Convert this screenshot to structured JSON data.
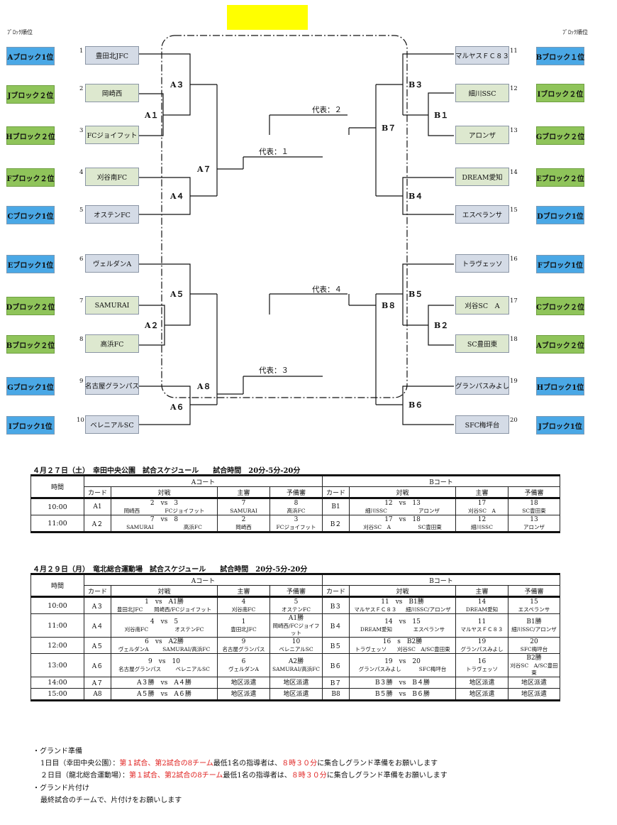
{
  "corner_left": "ﾌﾞﾛｯｸ順位",
  "corner_right": "ﾌﾞﾛｯｸ順位",
  "left_blocks": [
    "Aブロック1位",
    "Jブロック２位",
    "Hブロック２位",
    "Fブロック２位",
    "Cブロック1位",
    "Eブロック1位",
    "Dブロック２位",
    "Bブロック２位",
    "Gブロック1位",
    "Iブロック1位"
  ],
  "right_blocks": [
    "Bブロック１位",
    "Iブロック２位",
    "Gブロック２位",
    "Eブロック２位",
    "Dブロック1位",
    "Fブロック1位",
    "Cブロック２位",
    "Aブロック２位",
    "Hブロック1位",
    "Jブロック1位"
  ],
  "left_teams": [
    {
      "num": "1",
      "name": "豊田北JFC"
    },
    {
      "num": "2",
      "name": "岡崎西"
    },
    {
      "num": "3",
      "name": "FCジョイフット"
    },
    {
      "num": "4",
      "name": "刈谷南FC"
    },
    {
      "num": "5",
      "name": "オステンFC"
    },
    {
      "num": "6",
      "name": "ヴェルダンA"
    },
    {
      "num": "7",
      "name": "SAMURAI"
    },
    {
      "num": "8",
      "name": "高浜FC"
    },
    {
      "num": "9",
      "name": "名古屋グランパス"
    },
    {
      "num": "10",
      "name": "ベレニアルSC"
    }
  ],
  "right_teams": [
    {
      "num": "11",
      "name": "マルヤスＦＣ８３"
    },
    {
      "num": "12",
      "name": "細川SSC"
    },
    {
      "num": "13",
      "name": "アロンザ"
    },
    {
      "num": "14",
      "name": "DREAM愛知"
    },
    {
      "num": "15",
      "name": "エスペランサ"
    },
    {
      "num": "16",
      "name": "トラヴェッソ"
    },
    {
      "num": "17",
      "name": "刈谷SC　A"
    },
    {
      "num": "18",
      "name": "SC豊田東"
    },
    {
      "num": "19",
      "name": "グランパスみよし"
    },
    {
      "num": "20",
      "name": "SFC梅坪台"
    }
  ],
  "match_labels": {
    "A1": "A１",
    "A2": "A２",
    "A3": "A３",
    "A4": "A４",
    "A5": "A５",
    "A6": "A６",
    "A7": "A７",
    "A8": "A８",
    "B1": "B１",
    "B2": "B２",
    "B3": "B３",
    "B4": "B４",
    "B5": "B５",
    "B6": "B６",
    "B7": "B７",
    "B8": "B８"
  },
  "representatives": {
    "r1": "代表：１",
    "r2": "代表：２",
    "r3": "代表：３",
    "r4": "代表：４"
  },
  "day1": {
    "title": "４月２７日（土）　幸田中央公園　試合スケジュール　　試合時間　20分-5分-20分",
    "rows": [
      {
        "time": "10:00",
        "a_card": "A1",
        "a_vs": "2　vs　3",
        "a_t1": "岡崎西",
        "a_t2": "FCジョイフット",
        "a_ref1": "7",
        "a_ref1b": "SAMURAI",
        "a_ref2": "8",
        "a_ref2b": "高浜FC",
        "b_card": "B1",
        "b_vs": "12　vs　13",
        "b_t1": "細川SSC",
        "b_t2": "アロンザ",
        "b_ref1": "17",
        "b_ref1b": "刈谷SC　A",
        "b_ref2": "18",
        "b_ref2b": "SC豊田東"
      },
      {
        "time": "11:00",
        "a_card": "A２",
        "a_vs": "7　vs　8",
        "a_t1": "SAMURAI",
        "a_t2": "高浜FC",
        "a_ref1": "2",
        "a_ref1b": "岡崎西",
        "a_ref2": "3",
        "a_ref2b": "FCジョイフット",
        "b_card": "B２",
        "b_vs": "17　vs　18",
        "b_t1": "刈谷SC　A",
        "b_t2": "SC豊田東",
        "b_ref1": "12",
        "b_ref1b": "細川SSC",
        "b_ref2": "13",
        "b_ref2b": "アロンザ"
      }
    ]
  },
  "day2": {
    "title": "４月２９日（月）　竜北総合運動場　試合スケジュール　　試合時間　20分-5分-20分",
    "rows": [
      {
        "time": "10:00",
        "a_card": "A３",
        "a_vs": "1　vs　A1勝",
        "a_t1": "豊田北JFC",
        "a_t2": "岡崎西/FCジョイフット",
        "a_ref1": "4",
        "a_ref1b": "刈谷南FC",
        "a_ref2": "5",
        "a_ref2b": "オステンFC",
        "b_card": "B３",
        "b_vs": "11　vs　B1勝",
        "b_t1": "マルヤスＦＣ８３",
        "b_t2": "細川SSC/アロンザ",
        "b_ref1": "14",
        "b_ref1b": "DREAM愛知",
        "b_ref2": "15",
        "b_ref2b": "エスペランサ"
      },
      {
        "time": "11:00",
        "a_card": "A４",
        "a_vs": "4　vs　5",
        "a_t1": "刈谷南FC",
        "a_t2": "オステンFC",
        "a_ref1": "1",
        "a_ref1b": "豊田北JFC",
        "a_ref2": "A1勝",
        "a_ref2b": "岡崎西/FCジョイフット",
        "b_card": "B４",
        "b_vs": "14　vs　15",
        "b_t1": "DREAM愛知",
        "b_t2": "エスペランサ",
        "b_ref1": "11",
        "b_ref1b": "マルヤスＦＣ８３",
        "b_ref2": "B1勝",
        "b_ref2b": "細川SSC/アロンザ"
      },
      {
        "time": "12:00",
        "a_card": "A５",
        "a_vs": "6　vs　A2勝",
        "a_t1": "ヴェルダンA",
        "a_t2": "SAMURAI/高浜FC",
        "a_ref1": "9",
        "a_ref1b": "名古屋グランパス",
        "a_ref2": "10",
        "a_ref2b": "ベレニアルSC",
        "b_card": "B５",
        "b_vs": "16　s　B2勝",
        "b_t1": "トラヴェッソ",
        "b_t2": "刈谷SC　A/SC豊田東",
        "b_ref1": "19",
        "b_ref1b": "グランパスみよし",
        "b_ref2": "20",
        "b_ref2b": "SFC梅坪台"
      },
      {
        "time": "13:00",
        "a_card": "A６",
        "a_vs": "9　vs　10",
        "a_t1": "名古屋グランパス",
        "a_t2": "ベレニアルSC",
        "a_ref1": "6",
        "a_ref1b": "ヴェルダンA",
        "a_ref2": "A2勝",
        "a_ref2b": "SAMURAI/高浜FC",
        "b_card": "B６",
        "b_vs": "19　vs　20",
        "b_t1": "グランパスみよし",
        "b_t2": "SFC梅坪台",
        "b_ref1": "16",
        "b_ref1b": "トラヴェッソ",
        "b_ref2": "B2勝",
        "b_ref2b": "刈谷SC　A/SC豊田東"
      },
      {
        "time": "14:00",
        "a_card": "A７",
        "a_vs": "A３勝　vs　A４勝",
        "a_t1": "",
        "a_t2": "",
        "a_ref1": "地区派遣",
        "a_ref1b": "",
        "a_ref2": "地区派遣",
        "a_ref2b": "",
        "b_card": "B７",
        "b_vs": "B３勝　vs　B４勝",
        "b_t1": "",
        "b_t2": "",
        "b_ref1": "地区派遣",
        "b_ref1b": "",
        "b_ref2": "地区派遣",
        "b_ref2b": ""
      },
      {
        "time": "15:00",
        "a_card": "A8",
        "a_vs": "A５勝　vs　A６勝",
        "a_t1": "",
        "a_t2": "",
        "a_ref1": "地区派遣",
        "a_ref1b": "",
        "a_ref2": "地区派遣",
        "a_ref2b": "",
        "b_card": "B8",
        "b_vs": "B５勝　vs　B６勝",
        "b_t1": "",
        "b_t2": "",
        "b_ref1": "地区派遣",
        "b_ref1b": "",
        "b_ref2": "地区派遣",
        "b_ref2b": ""
      }
    ]
  },
  "headers": {
    "time": "時間",
    "a_court": "Aコート",
    "b_court": "Bコート",
    "card": "カード",
    "match": "対戦",
    "ref1": "主審",
    "ref2": "予備審"
  },
  "notes": {
    "prep_title": "・グランド準備",
    "day1_a": "1日目（幸田中央公園）：",
    "day1_b": "第１試合、第2試合の8チーム",
    "day1_c": "最低1名の指導者は、",
    "day1_d": "８時３０分",
    "day1_e": "に集合しグランド準備をお願いします",
    "day2_a": "２日目（龍北総合運動場）：",
    "day2_b": "第１試合、第2試合の8チーム",
    "day2_c": "最低1名の指導者は、",
    "day2_d": "８時３０分",
    "day2_e": "に集合しグランド準備をお願いします",
    "clean_title": "・グランド片付け",
    "clean_text": "最終試合のチームで、片付けをお願いします"
  }
}
